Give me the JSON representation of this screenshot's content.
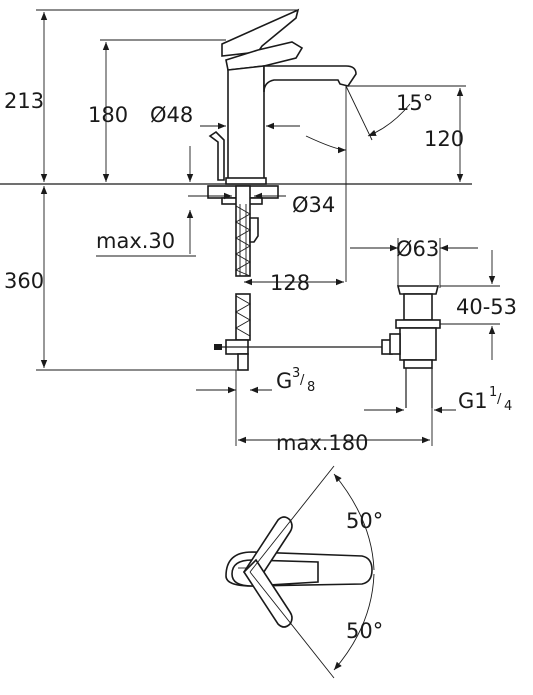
{
  "labels": {
    "total_height": "213",
    "spout_height": "180",
    "body_diameter": "Ø48",
    "spout_angle": "15°",
    "spout_outlet_height": "120",
    "hole_diameter": "Ø34",
    "deck_thickness": "max.30",
    "under_deck_length": "360",
    "spout_reach": "128",
    "drain_diameter": "Ø63",
    "drain_range": "40-53",
    "connection_prefix": "G",
    "connection_num": "3",
    "connection_den": "8",
    "drain_thread_prefix": "G1",
    "drain_thread_num": "1",
    "drain_thread_den": "4",
    "max_length": "max.180",
    "lever_angle_top": "50°",
    "lever_angle_bottom": "50°"
  },
  "colors": {
    "line": "#1a1a1a",
    "background": "#ffffff"
  }
}
